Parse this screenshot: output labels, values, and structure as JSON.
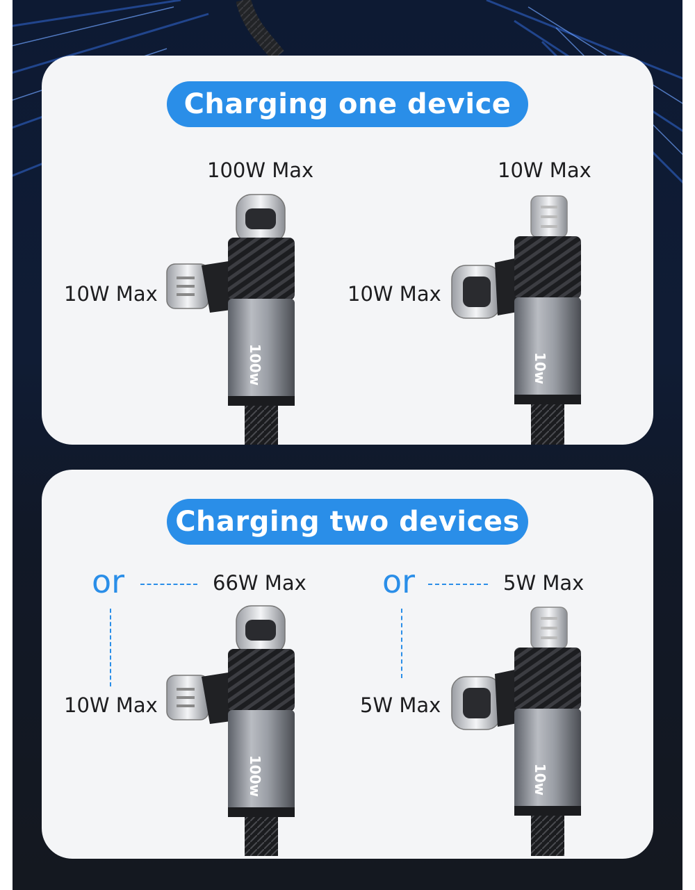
{
  "panel_one": {
    "heading": "Charging one device",
    "left": {
      "top_label": "100W Max",
      "side_label": "10W Max",
      "badge": "100w"
    },
    "right": {
      "top_label": "10W Max",
      "side_label": "10W Max",
      "badge": "10w"
    }
  },
  "panel_two": {
    "heading": "Charging two devices",
    "left": {
      "or_text": "or",
      "top_label": "66W Max",
      "side_label": "10W Max",
      "badge": "100w"
    },
    "right": {
      "or_text": "or",
      "top_label": "5W Max",
      "side_label": "5W Max",
      "badge": "10w"
    }
  },
  "colors": {
    "accent": "#2a8ee8",
    "card": "#f4f5f7",
    "background": "#0d1a33"
  }
}
